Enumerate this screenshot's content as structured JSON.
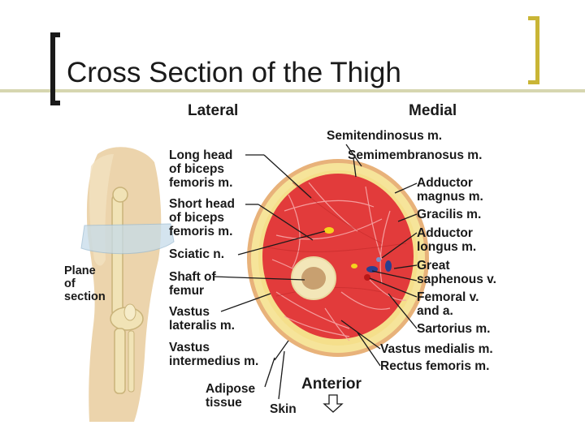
{
  "slide": {
    "title": "Cross Section of the Thigh"
  },
  "figure": {
    "headers": {
      "lateral": "Lateral",
      "medial": "Medial",
      "anterior": "Anterior"
    },
    "left_labels": {
      "long_head": "Long head\nof biceps\nfemoris m.",
      "short_head": "Short head\nof biceps\nfemoris m.",
      "sciatic": "Sciatic n.",
      "shaft": "Shaft of\nfemur",
      "vastus_lateralis": "Vastus\nlateralis m.",
      "vastus_intermedius": "Vastus\nintermedius m.",
      "adipose": "Adipose\ntissue",
      "skin": "Skin"
    },
    "right_labels": {
      "semitendinosus": "Semitendinosus m.",
      "semimembranosus": "Semimembranosus m.",
      "adductor_magnus": "Adductor\nmagnus m.",
      "gracilis": "Gracilis m.",
      "adductor_longus": "Adductor\nlongus m.",
      "great_saphenous": "Great\nsaphenous v.",
      "femoral": "Femoral v.\nand a.",
      "sartorius": "Sartorius m.",
      "vastus_medialis": "Vastus medialis m.",
      "rectus_femoris": "Rectus femoris m."
    },
    "plane_label": "Plane\nof\nsection",
    "colors": {
      "muscle": "#e23b3b",
      "muscle_line": "#f7a8a8",
      "adipose": "#f6e49a",
      "skin": "#e8b27a",
      "bone": "#f3e6b8",
      "marrow": "#c8a070",
      "vein": "#2a3f8f",
      "nerve": "#f5d31e",
      "leg": "#e9c99a"
    }
  }
}
